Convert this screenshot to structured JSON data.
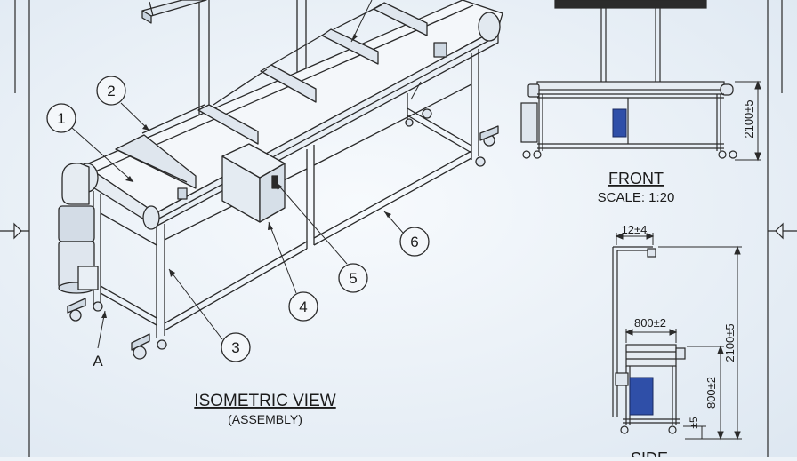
{
  "balloons": [
    {
      "label": "1"
    },
    {
      "label": "2"
    },
    {
      "label": "3"
    },
    {
      "label": "4"
    },
    {
      "label": "5"
    },
    {
      "label": "6"
    }
  ],
  "detail_letter": "A",
  "isometric": {
    "title": "ISOMETRIC VIEW",
    "subtitle": "(ASSEMBLY)"
  },
  "front": {
    "title": "FRONT",
    "scale": "SCALE: 1:20",
    "height_dim": "2100±5"
  },
  "side": {
    "title": "SIDE",
    "dim_top": "12±4",
    "dim_width": "800±2",
    "dim_total_height": "2100±5",
    "dim_table_height": "800±2",
    "dim_foot": "±5"
  },
  "colors": {
    "line": "#2a2a2a",
    "paper": "#eef3f8",
    "motor_box": "#2f4fa8"
  }
}
